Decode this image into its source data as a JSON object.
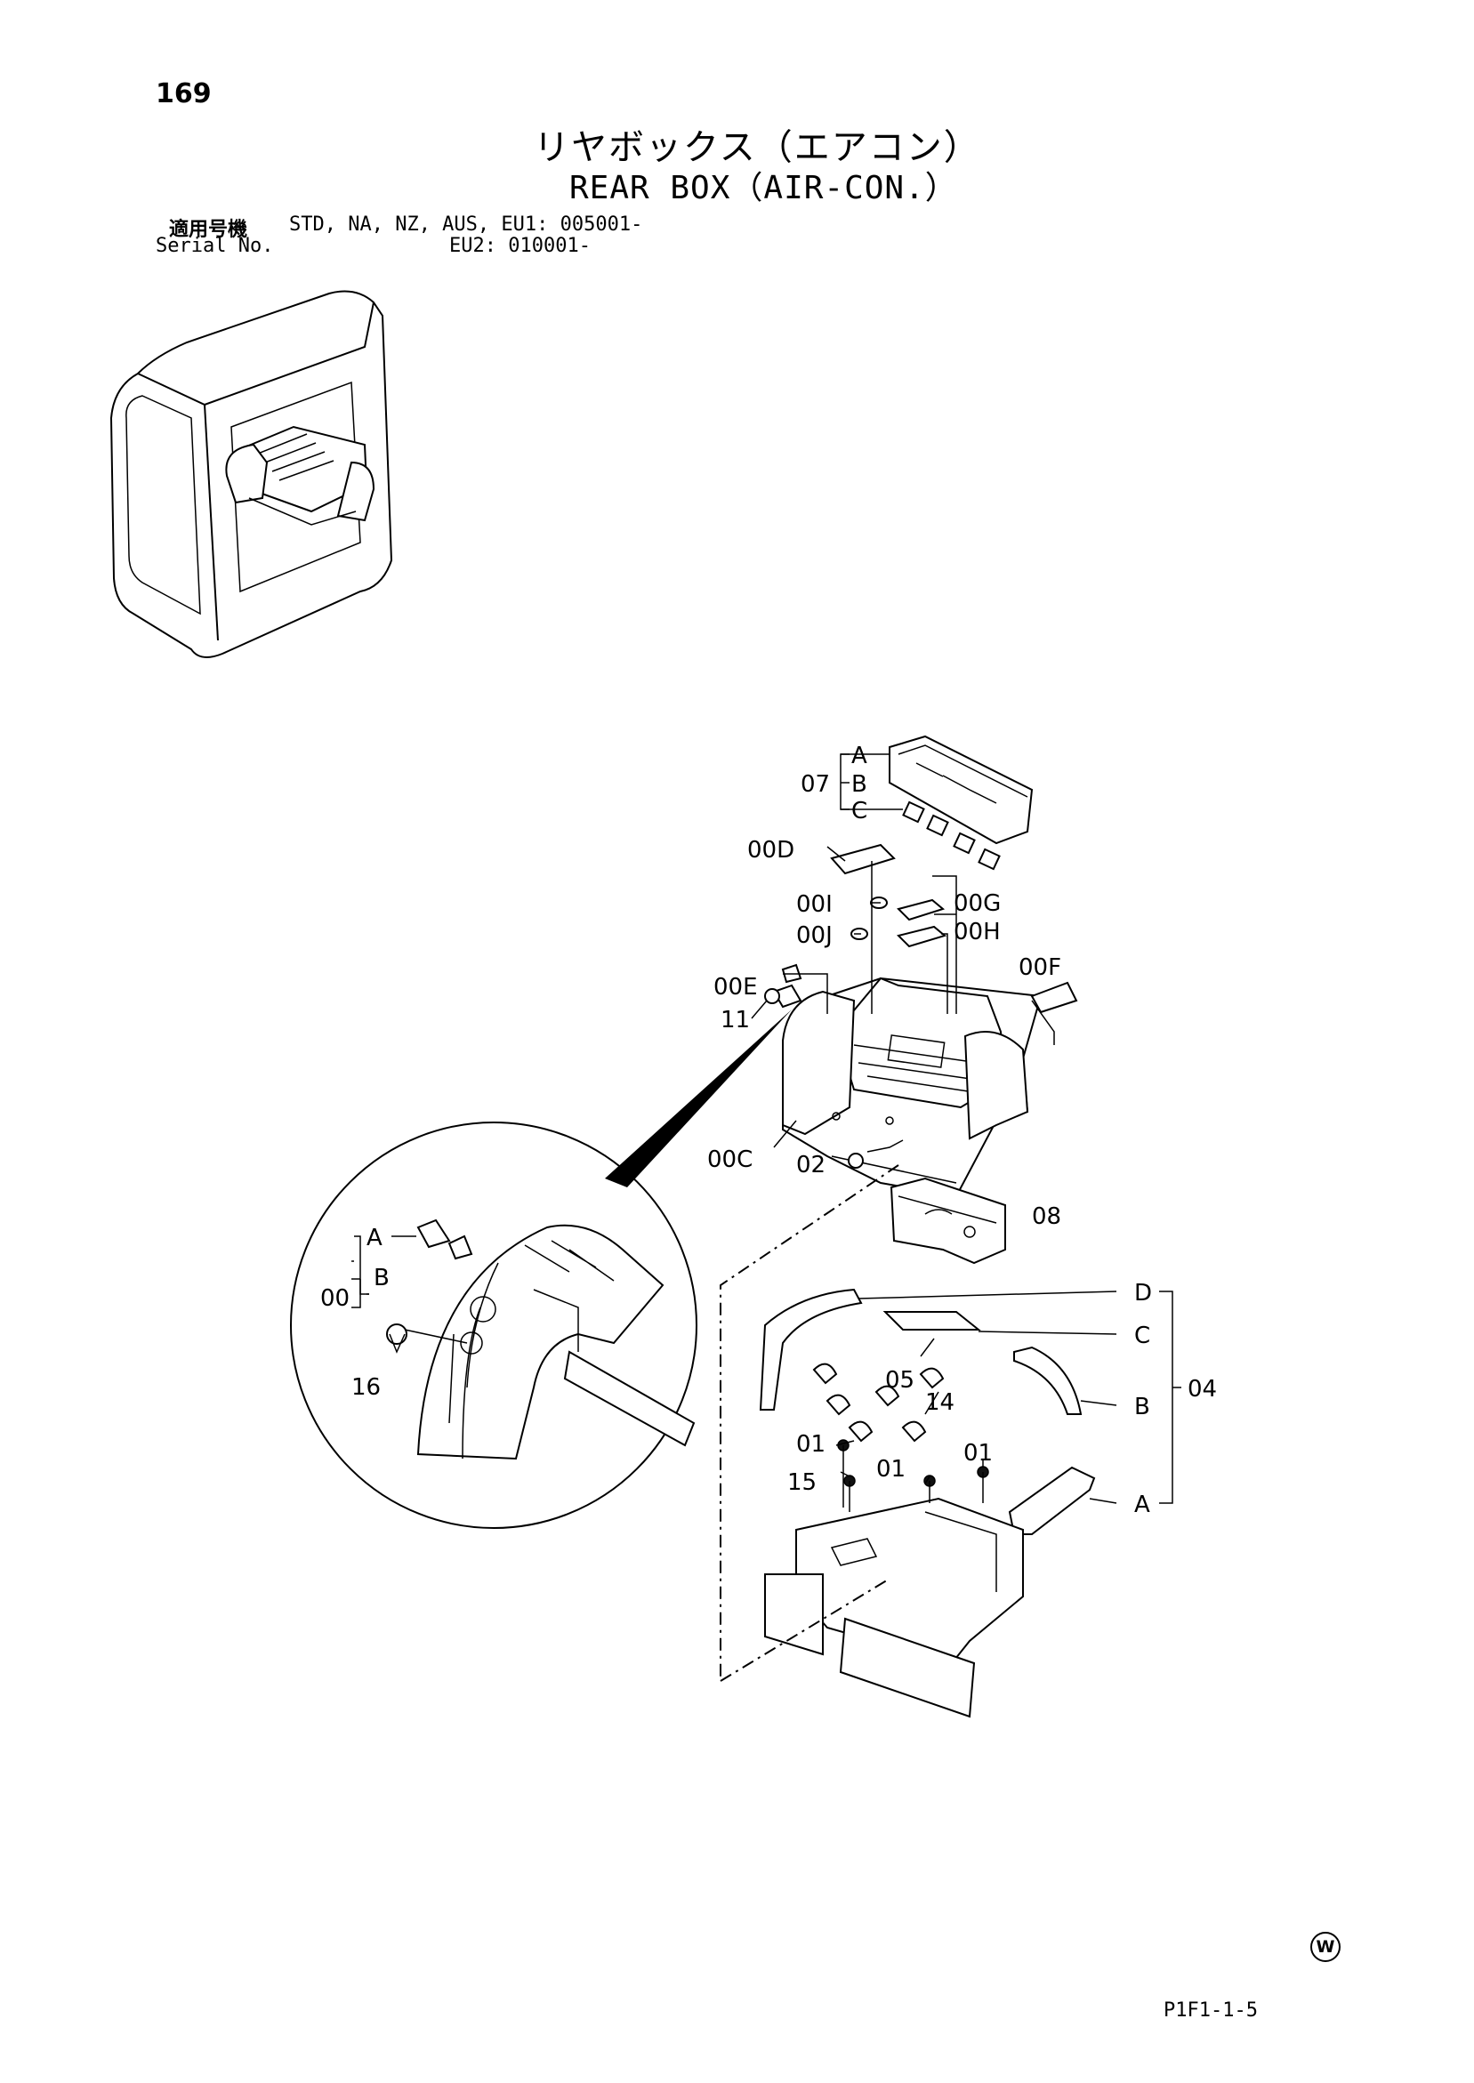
{
  "page": {
    "number": "169",
    "title_jp": "リヤボックス（エアコン）",
    "title_en": "REAR BOX（AIR-CON.）",
    "serial_label_jp": "適用号機",
    "serial_label_en": "Serial No.",
    "serial_models_line": "STD, NA, NZ, AUS, EU1:  005001-",
    "serial_eu2_line": "EU2:  010001-",
    "figure_code": "P1F1-1-5",
    "w_mark": "W"
  },
  "callouts": {
    "c07": "07",
    "c07A": "A",
    "c07B": "B",
    "c07C": "C",
    "c00D": "00D",
    "c00I": "00I",
    "c00G": "00G",
    "c00J": "00J",
    "c00H": "00H",
    "c00E": "00E",
    "c00F": "00F",
    "c11": "11",
    "c00C": "00C",
    "c02": "02",
    "c08": "08",
    "d_label": "D",
    "c_label": "C",
    "b_label": "B",
    "a_label": "A",
    "c04": "04",
    "c05": "05",
    "c14": "14",
    "c01a": "01",
    "c01b": "01",
    "c01c": "01",
    "c15": "15",
    "detail00": "00",
    "detailA": "A",
    "detailB": "B",
    "detail16": "16"
  }
}
